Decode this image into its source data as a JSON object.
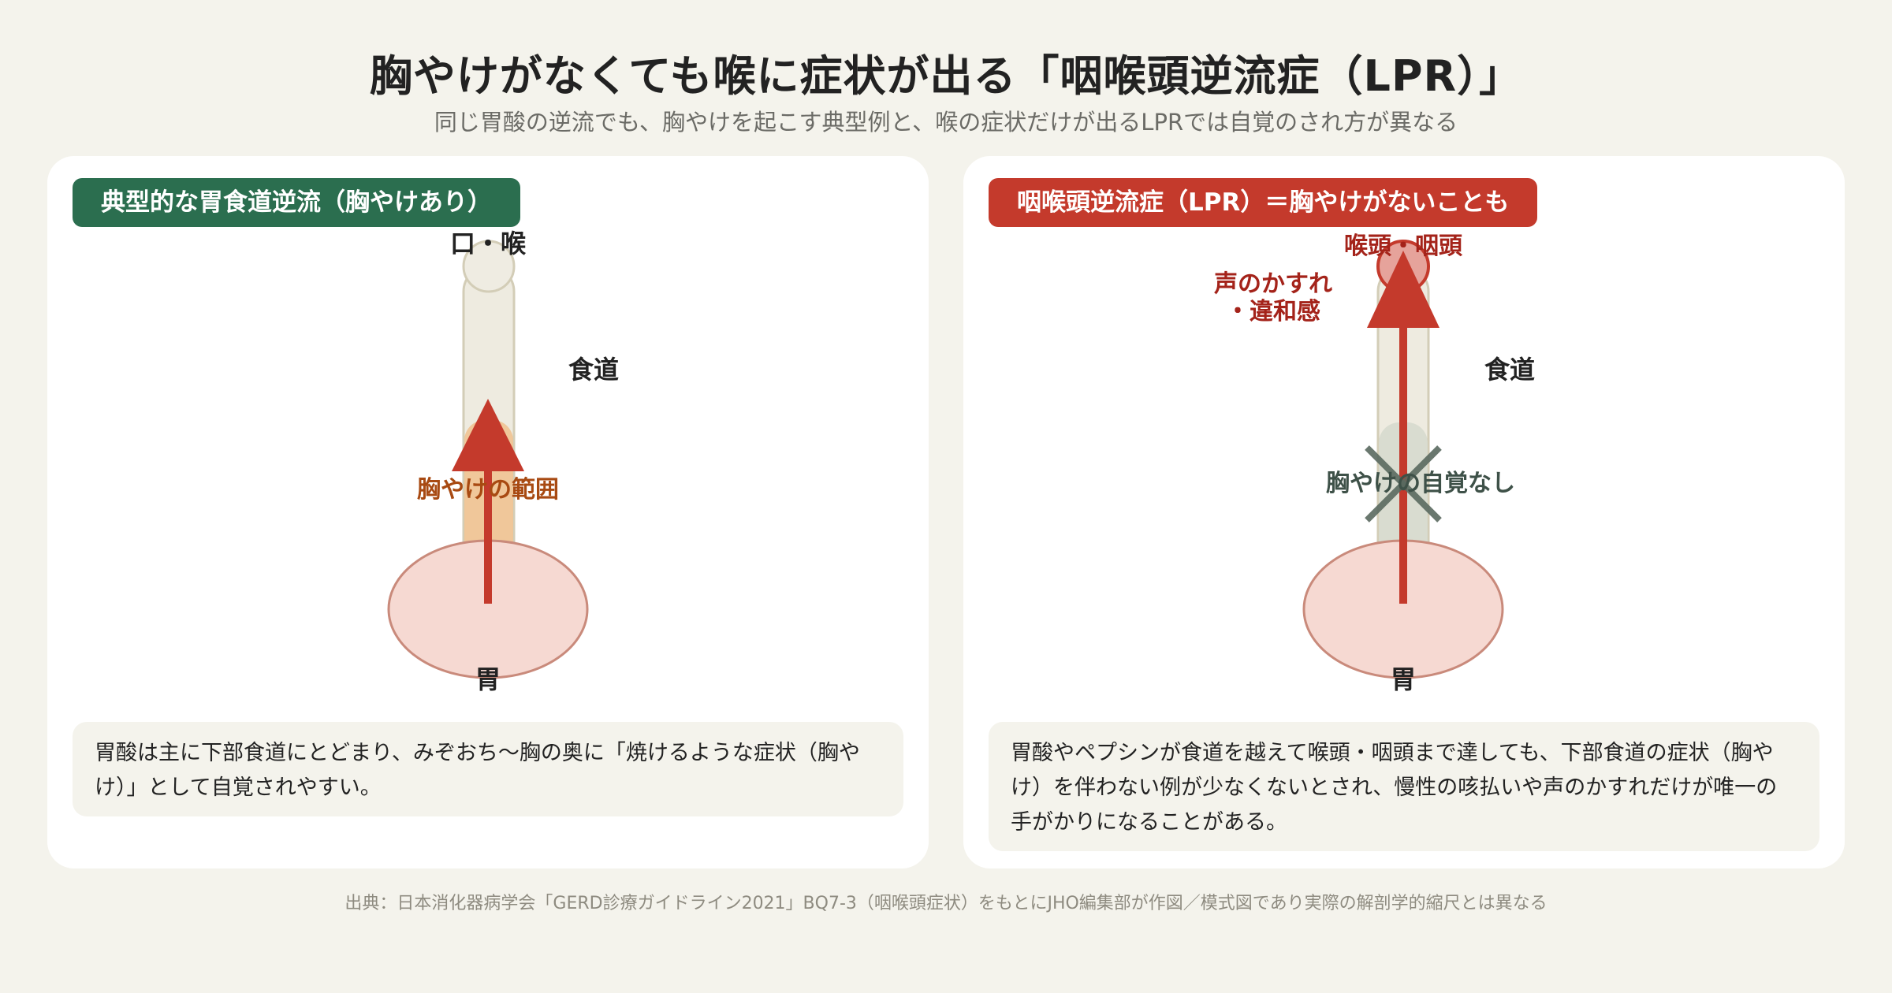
{
  "header": {
    "title": "胸やけがなくても喉に症状が出る「咽喉頭逆流症（LPR）」",
    "subtitle": "同じ胃酸の逆流でも、胸やけを起こす典型例と、喉の症状だけが出るLPRでは自覚のされ方が異なる"
  },
  "left_panel": {
    "badge": "典型的な胃食道逆流（胸やけあり）",
    "label_throat": "口・喉",
    "label_esophagus": "食道",
    "label_range": "胸やけの範囲",
    "label_stomach": "胃",
    "description": "胃酸は主に下部食道にとどまり、みぞおち～胸の奥に「焼けるような症状（胸やけ）」として自覚されやすい。"
  },
  "right_panel": {
    "badge": "咽喉頭逆流症（LPR）＝胸やけがないことも",
    "label_throat": "喉頭・咽頭",
    "label_symptom_1": "声のかすれ",
    "label_symptom_2": "・違和感",
    "label_esophagus": "食道",
    "label_no_heartburn": "胸やけの自覚なし",
    "label_stomach": "胃",
    "description": "胃酸やペプシンが食道を越えて喉頭・咽頭まで達しても、下部食道の症状（胸やけ）を伴わない例が少なくないとされ、慢性の咳払いや声のかすれだけが唯一の手がかりになることがある。"
  },
  "footer": {
    "source": "出典：日本消化器病学会「GERD診療ガイドライン2021」BQ7-3（咽喉頭症状）をもとにJHO編集部が作図／模式図であり実際の解剖学的縮尺とは異なる"
  },
  "colors": {
    "green": "#2b6e4f",
    "red": "#c43a2c",
    "background": "#f4f3ec"
  }
}
